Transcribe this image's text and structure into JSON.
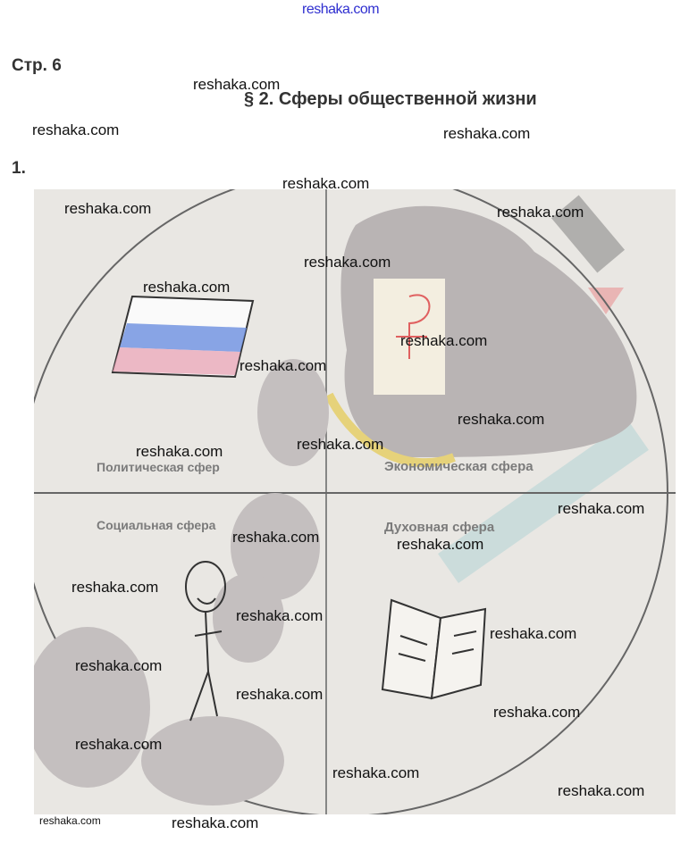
{
  "header": {
    "site_link": "reshaka.com",
    "page_label": "Стр. 6",
    "section_title": "§ 2. Сферы общественной жизни",
    "task_number": "1."
  },
  "diagram": {
    "quadrants": {
      "political": "Политическая сфер",
      "economic": "Экономическая сфера",
      "social": "Социальная сфера",
      "spiritual": "Духовная сфера"
    }
  },
  "watermarks": [
    "reshaka.com",
    "reshaka.com",
    "reshaka.com",
    "reshaka.com",
    "reshaka.com",
    "reshaka.com",
    "reshaka.com",
    "reshaka.com",
    "reshaka.com",
    "reshaka.com",
    "reshaka.com",
    "reshaka.com",
    "reshaka.com",
    "reshaka.com",
    "reshaka.com",
    "reshaka.com",
    "reshaka.com",
    "reshaka.com",
    "reshaka.com",
    "reshaka.com",
    "reshaka.com",
    "reshaka.com",
    "reshaka.com",
    "reshaka.com",
    "reshaka.com",
    "reshaka.com"
  ]
}
